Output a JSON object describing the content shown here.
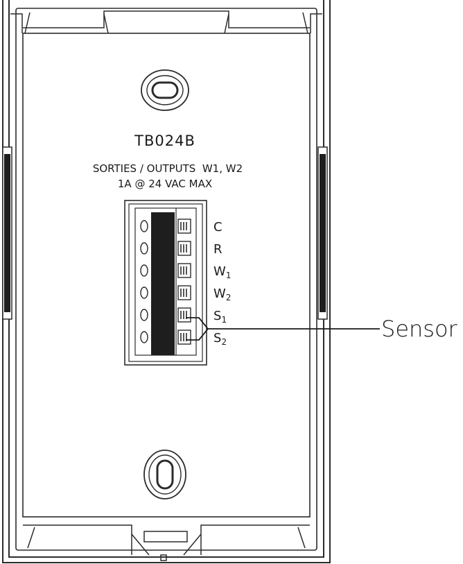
{
  "device": {
    "model": "TB024B",
    "outputs_line": "SORTIES / OUTPUTS  W1, W2",
    "rating_line": "1A @ 24 VAC MAX"
  },
  "terminals": [
    {
      "letter": "C",
      "sub": ""
    },
    {
      "letter": "R",
      "sub": ""
    },
    {
      "letter": "W",
      "sub": "1"
    },
    {
      "letter": "W",
      "sub": "2"
    },
    {
      "letter": "S",
      "sub": "1"
    },
    {
      "letter": "S",
      "sub": "2"
    }
  ],
  "callout": {
    "label": "Sensor"
  },
  "colors": {
    "line": "#2b2b2b",
    "fill": "#ffffff",
    "dark": "#1e1e1e"
  }
}
